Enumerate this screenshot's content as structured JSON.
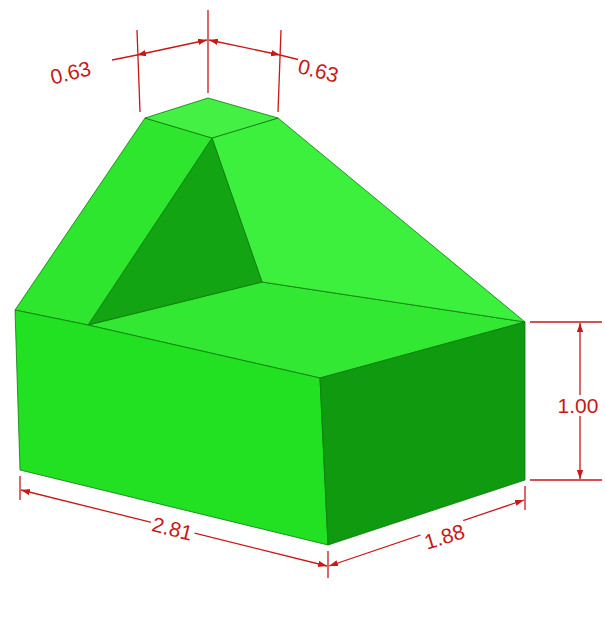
{
  "diagram": {
    "labels": [
      "0.63",
      "0.63",
      "1.00",
      "2.81",
      "1.88"
    ]
  }
}
